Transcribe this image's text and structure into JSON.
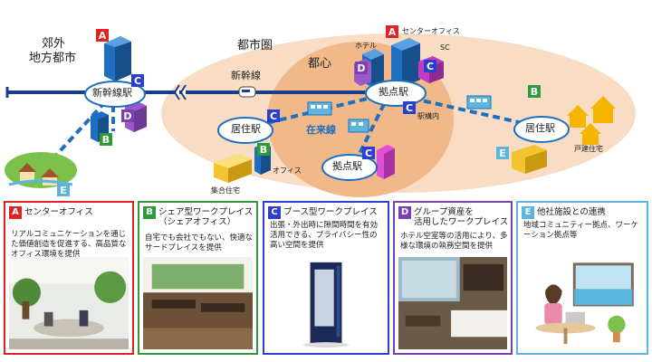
{
  "diagram": {
    "suburb_label_line1": "郊外",
    "suburb_label_line2": "地方都市",
    "urban_area_label": "都市圏",
    "city_center_label": "都心",
    "shinkansen_label": "新幹線",
    "shinkansen_station": "新幹線駅",
    "hub_station": "拠点駅",
    "hub_station_2": "拠点駅",
    "residential_station_left": "居住駅",
    "residential_station_right": "居住駅",
    "conventional_line": "在来線",
    "center_office_label": "センターオフィス",
    "hotel_label": "ホテル",
    "sc_label": "SC",
    "in_station_label": "駅構内",
    "office_label": "オフィス",
    "apartment_label": "集合住宅",
    "house_label": "戸建住宅",
    "colors": {
      "A": "#e02424",
      "B": "#2e9a3a",
      "C": "#2a3fcf",
      "D": "#7a3fb0",
      "E": "#5bb5dc",
      "tower": "#1f6fc0",
      "ellipse": "#f8dcc4",
      "center": "#f1b989"
    }
  },
  "cards": [
    {
      "letter": "A",
      "title": "センターオフィス",
      "desc": "リアルコミュニケーションを通じた価値創造を促進する、高品質なオフィス環境を提供",
      "color": "#e02424",
      "photo": "office-lounge-photo"
    },
    {
      "letter": "B",
      "title": "シェア型ワークプレイス\n（シェアオフィス）",
      "desc": "自宅でも会社でもない、快適なサードプレイスを提供",
      "color": "#2e9a3a",
      "photo": "share-office-photo"
    },
    {
      "letter": "C",
      "title": "ブース型ワークプレイス",
      "desc": "出張・外出時に隙間時間を有効活用できる、プライバシー性の高い空間を提供",
      "color": "#2a3fcf",
      "photo": "work-booth-photo"
    },
    {
      "letter": "D",
      "title": "グループ資産を\n活用したワークプレイス",
      "desc": "ホテル空室等の活用により、多様な環境の執務空間を提供",
      "color": "#7a3fb0",
      "photo": "hotel-room-photo"
    },
    {
      "letter": "E",
      "title": "他社施設との連携",
      "desc": "地域コミュニティー拠点、ワーケーション拠点等",
      "color": "#5bb5dc",
      "photo": "workcation-illustration"
    }
  ]
}
